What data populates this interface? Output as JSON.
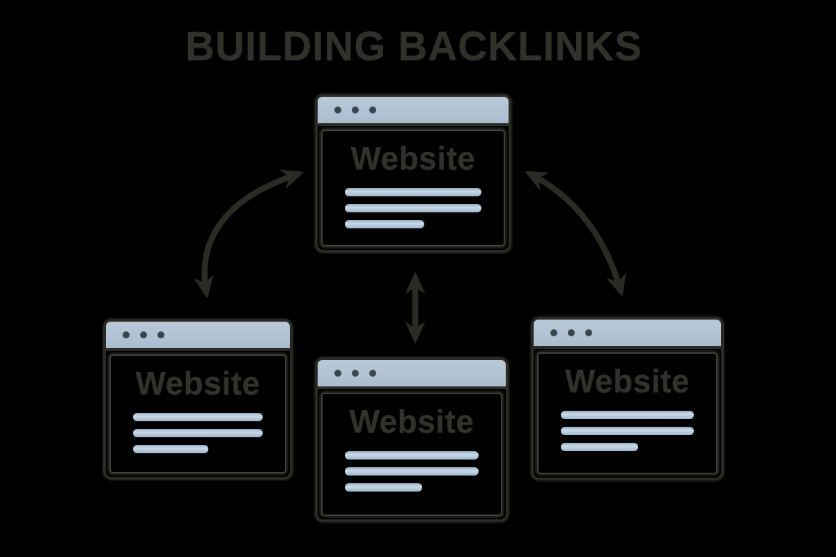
{
  "title": "BUILDING BACKLINKS",
  "palette": {
    "background": "#000000",
    "ink": "#2c2a24",
    "titlebar_fill": "#aec2d2",
    "window_dot": "#3a454e",
    "placeholder_line": "#a6bdd1"
  },
  "windows": {
    "top": {
      "label": "Website"
    },
    "left": {
      "label": "Website"
    },
    "center": {
      "label": "Website"
    },
    "right": {
      "label": "Website"
    }
  },
  "icons": {
    "window_dots": "browser-window-control-dots",
    "arrow_left": "curved-double-headed-arrow",
    "arrow_middle": "vertical-double-headed-arrow",
    "arrow_right": "curved-double-headed-arrow"
  }
}
